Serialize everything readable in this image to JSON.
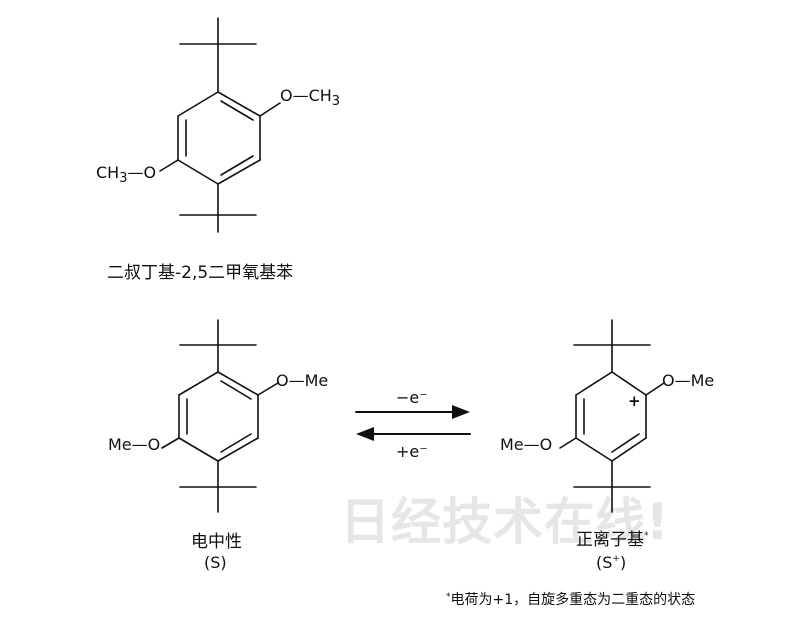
{
  "molecule_top": {
    "name": "二叔丁基-2,5二甲氧基苯",
    "sub_och3_right": "O—CH",
    "sub_ch3_left": "CH",
    "sub_3": "3",
    "sub_o_left": "—O"
  },
  "neutral": {
    "sub_right": "O—Me",
    "sub_left": "Me—O",
    "label": "电中性",
    "symbol": "(S)"
  },
  "cation": {
    "sub_right": "O—Me",
    "sub_left": "Me—O",
    "plus": "+",
    "label": "正离子基",
    "label_mark": "*",
    "symbol_prefix": "(S",
    "symbol_sup": "+",
    "symbol_suffix": ")"
  },
  "arrows": {
    "forward_label": "−e⁻",
    "backward_label": "+e⁻"
  },
  "footnote": {
    "mark": "*",
    "text": "电荷为+1，自旋多重态为二重态的状态"
  },
  "watermark": "日经技术在线!"
}
